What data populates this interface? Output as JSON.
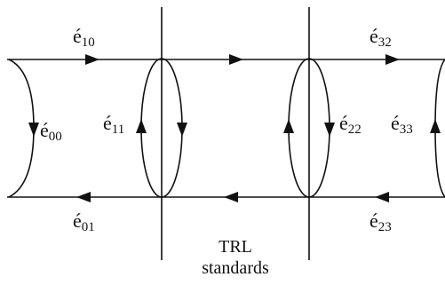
{
  "labels": {
    "e10": {
      "base": "é",
      "sub": "10"
    },
    "e00": {
      "base": "é",
      "sub": "00"
    },
    "e11": {
      "base": "é",
      "sub": "11"
    },
    "e01": {
      "base": "é",
      "sub": "01"
    },
    "e32": {
      "base": "é",
      "sub": "32"
    },
    "e22": {
      "base": "é",
      "sub": "22"
    },
    "e33": {
      "base": "é",
      "sub": "33"
    },
    "e23": {
      "base": "é",
      "sub": "23"
    }
  },
  "caption": {
    "line1": "TRL",
    "line2": "standards"
  },
  "colors": {
    "line": "#111111",
    "background": "#ffffff"
  }
}
